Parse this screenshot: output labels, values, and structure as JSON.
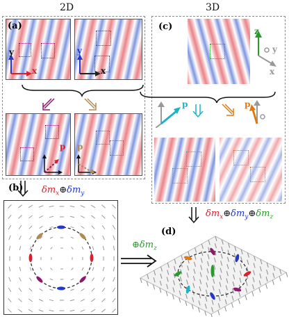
{
  "headers": {
    "left": "2D",
    "right": "3D"
  },
  "panels": {
    "a": "(a)",
    "b": "(b)",
    "c": "(c)",
    "d": "(d)"
  },
  "axes": {
    "x": "x",
    "y": "y",
    "z": "z"
  },
  "vector_labels": {
    "p_red": "p",
    "p_tan": "p",
    "p_cyan": "p",
    "p_orange": "p"
  },
  "formulas": {
    "b_part1": "δm",
    "b_sub1": "x",
    "b_op": "⊕",
    "b_part2": "δm",
    "b_sub2": "y",
    "d_part1": "δm",
    "d_sub1": "x",
    "d_op1": "⊕",
    "d_part2": "δm",
    "d_sub2": "y",
    "d_op2": "⊕",
    "d_part3": "δm",
    "d_sub3": "z",
    "mid_op": "⊕",
    "mid_part": "δm",
    "mid_sub": "z"
  },
  "colors": {
    "red": "#d8202f",
    "blue": "#2437c8",
    "green": "#2a9a2a",
    "purple": "#8b1a6b",
    "tan": "#b08a55",
    "cyan": "#1ab3c8",
    "orange": "#e07a10"
  }
}
